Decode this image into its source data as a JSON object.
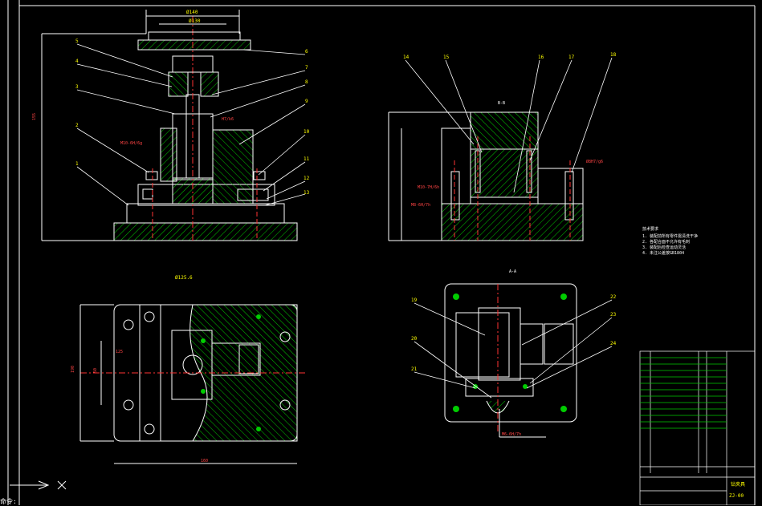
{
  "drawing": {
    "labels": {
      "p1": "1",
      "p2": "2",
      "p3": "3",
      "p4": "4",
      "p5": "5",
      "p6": "6",
      "p7": "7",
      "p8": "8",
      "p9": "9",
      "p10": "10",
      "p11": "11",
      "p12": "12",
      "p13": "13",
      "p14": "14",
      "p15": "15",
      "p16": "16",
      "p17": "17",
      "p18": "18",
      "p19": "19",
      "p20": "20",
      "p21": "21",
      "p22": "22",
      "p23": "23",
      "p24": "24"
    },
    "section_titles": {
      "bb": "B-B",
      "aa": "A-A"
    },
    "dims": {
      "d_top1": "Ø140",
      "d_top2": "Ø130",
      "d_m10": "M10-6H/6g",
      "d_h7": "H7/k6",
      "d_m10b": "M10-7H/6h",
      "d_m8": "M8-6H/7h",
      "d_phi": "Ø8H7/g6",
      "d_left": "155",
      "d_left2": "125",
      "d_b1": "Ø125.6",
      "d_b2": "190",
      "d_b3": "160",
      "d_b4": "50",
      "d_m6": "M6-6H/7h"
    },
    "notes": {
      "title": "技术要求",
      "n1": "1. 装配前所有零件需清洗干净",
      "n2": "2. 各配合面不允许有毛刺",
      "n3": "3. 装配后检查运动灵活",
      "n4": "4. 未注公差按GB1804"
    },
    "title_block": {
      "name": "钻夹具",
      "code": "ZJ-00"
    }
  },
  "command": {
    "text": "命令:"
  }
}
